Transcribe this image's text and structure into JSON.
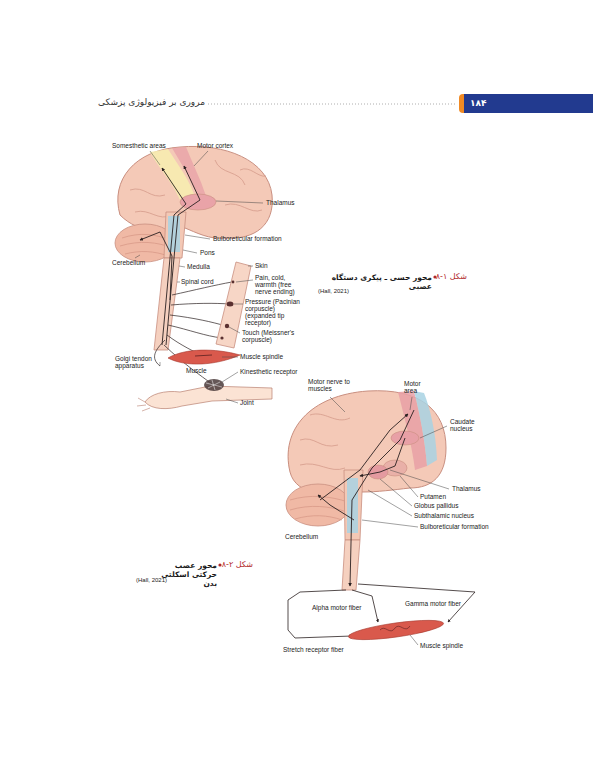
{
  "diagram": {
    "labels": [
      "مروری بر فیزیولوژی پزشکی",
      "۱۸۴",
      "Somesthetic areas",
      "Motor cortex",
      "Thalamus",
      "Bulboreticular formation",
      "Pons",
      "Cerebellum",
      "Medulla",
      "Spinal cord",
      "Skin",
      "Pain, cold, warmth (free nerve ending)",
      "Pressure (Pacinian corpuscle) (expanded tip receptor)",
      "Touch (Meissner's corpuscle)",
      "Muscle spindle",
      "Golgi tendon apparatus",
      "Muscle",
      "Kinesthetic receptor",
      "Joint",
      "شکل ۱-۸",
      "محور حسی ـ پیکری دستگاه عصبی",
      "(Hall, 2021)",
      "Motor nerve to muscles",
      "Motor area",
      "Caudate nucleus",
      "Thalamus",
      "Putamen",
      "Globus pallidus",
      "Subthalamic nucleus",
      "Bulboreticular formation",
      "Cerebellum",
      "Alpha motor fiber",
      "Gamma motor fiber",
      "Muscle spindle",
      "Stretch receptor fiber",
      "شکل ۲-۸",
      "محور عصب حرکتی اسکلتی بدن",
      "(Hall, 2021)"
    ]
  }
}
